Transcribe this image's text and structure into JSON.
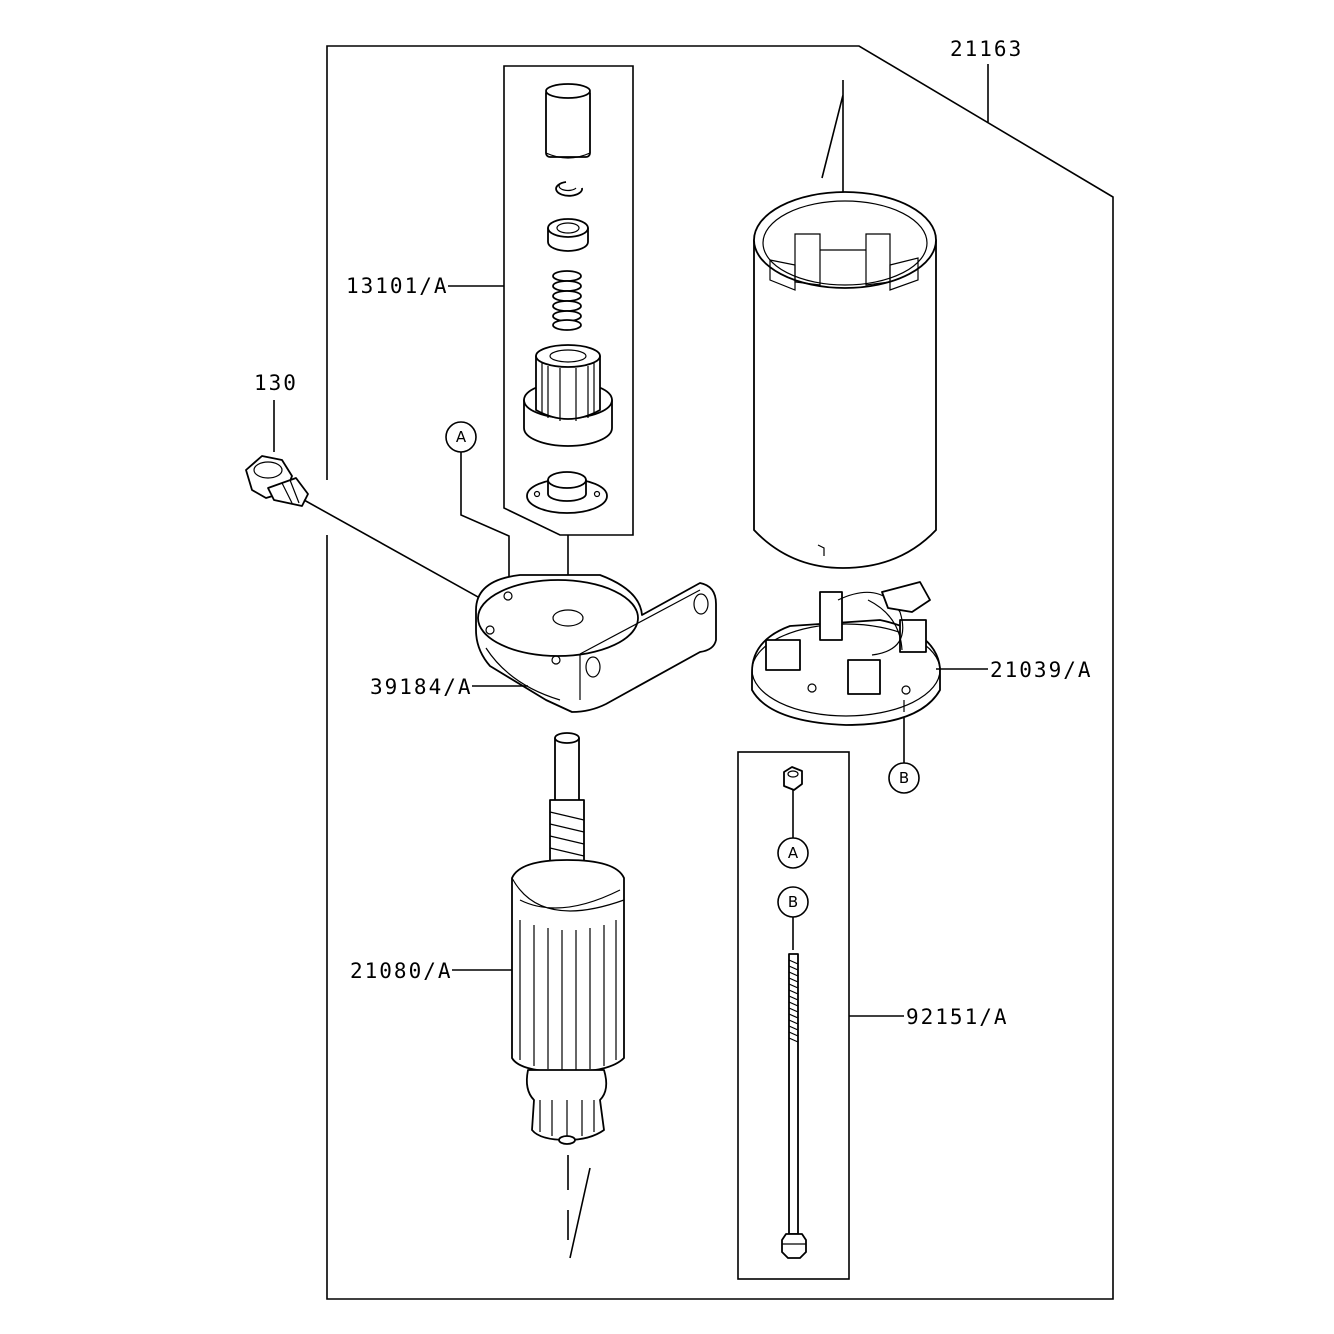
{
  "labels": {
    "assembly": "21163",
    "pinion_kit": "13101/A",
    "bolt": "130",
    "bracket": "39184/A",
    "armature": "21080/A",
    "brush_holder": "21039/A",
    "through_bolt": "92151/A"
  },
  "refs": {
    "a1": "A",
    "b1": "B",
    "a2": "A",
    "b2": "B"
  }
}
